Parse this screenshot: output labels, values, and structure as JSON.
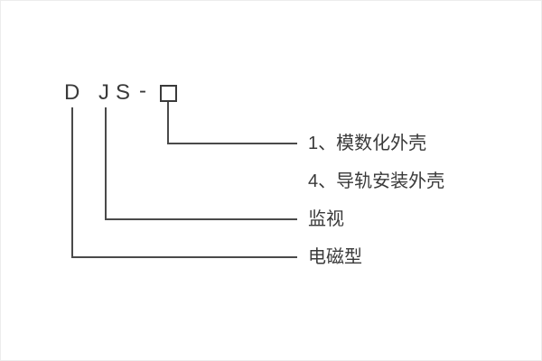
{
  "diagram": {
    "model_code": {
      "d": "D",
      "js": "JS",
      "dash": "-"
    },
    "labels": {
      "option1": "1、模数化外壳",
      "option2": "4、导轨安装外壳",
      "js_meaning": "监视",
      "d_meaning": "电磁型"
    },
    "colors": {
      "text": "#3a3a3a",
      "line": "#4a4a4a",
      "background": "#ffffff"
    }
  }
}
